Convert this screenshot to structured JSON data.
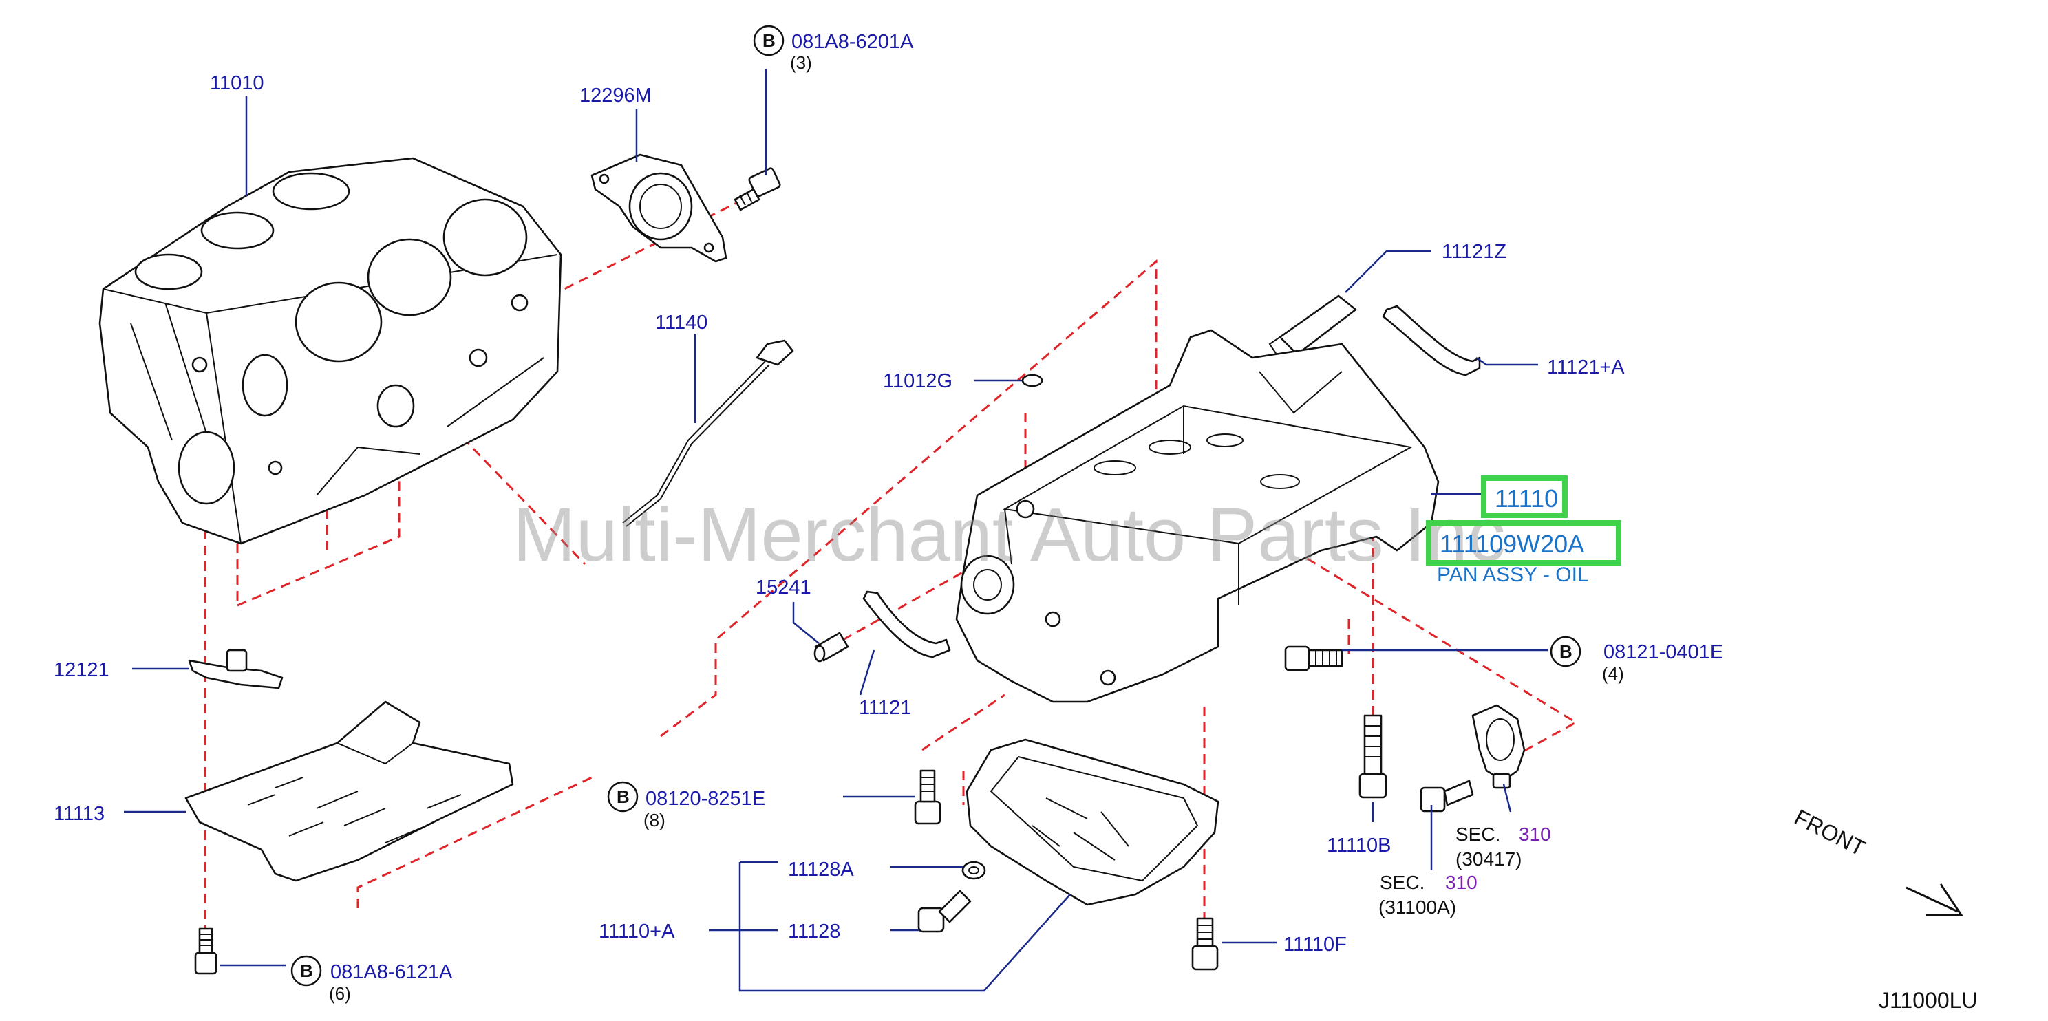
{
  "watermark": "Multi-Merchant Auto Parts Inc",
  "diagram_code": "J11000LU",
  "front_label": "FRONT",
  "bolt_marker": "B",
  "highlight": {
    "part_no": "111109W20A",
    "description": "PAN ASSY - OIL",
    "ref": "11110"
  },
  "labels": {
    "p11010": "11010",
    "p12296M": "12296M",
    "p081A8_6201A": "081A8-6201A",
    "q3": "(3)",
    "p11140": "11140",
    "p11121Z": "11121Z",
    "p11121A": "11121+A",
    "p11012G": "11012G",
    "p15241": "15241",
    "p11121": "11121",
    "p08121_0401E": "08121-0401E",
    "q4": "(4)",
    "p12121": "12121",
    "p11113": "11113",
    "p08120_8251E": "08120-8251E",
    "q8": "(8)",
    "p11128A": "11128A",
    "p11110A": "11110+A",
    "p11128": "11128",
    "p081A8_6121A": "081A8-6121A",
    "q6": "(6)",
    "p11110B": "11110B",
    "p11110F": "11110F",
    "sec_a": "SEC.",
    "sec_a_num": "310",
    "sec_a_ref": "(30417)",
    "sec_b": "SEC.",
    "sec_b_num": "310",
    "sec_b_ref": "(31100A)"
  },
  "colors": {
    "label_blue": "#1a1aa8",
    "leader_blue": "#1a2a8a",
    "dash_red": "#e0242a",
    "highlight_green": "#3fd24a",
    "highlight_text": "#1a73c9",
    "section_purple": "#7a22b4"
  }
}
